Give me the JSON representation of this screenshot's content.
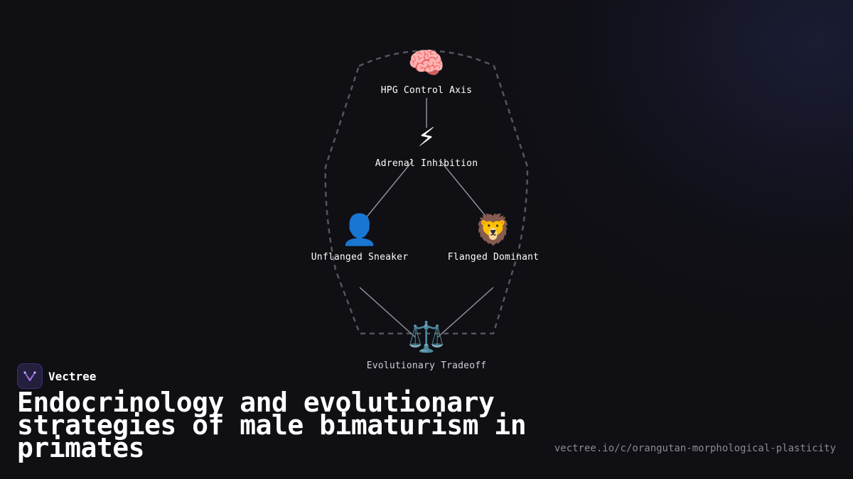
{
  "diagram": {
    "nodes": [
      {
        "id": "hpg",
        "icon": "🧠",
        "icon_name": "brain-icon",
        "label": "HPG Control Axis"
      },
      {
        "id": "adrenal",
        "icon": "⚡",
        "icon_name": "lightning-icon",
        "label": "Adrenal Inhibition"
      },
      {
        "id": "unflanged",
        "icon": "👤",
        "icon_name": "person-silhouette-icon",
        "label": "Unflanged Sneaker"
      },
      {
        "id": "flanged",
        "icon": "🦁",
        "icon_name": "lion-icon",
        "label": "Flanged Dominant"
      },
      {
        "id": "tradeoff",
        "icon": "⚖️",
        "icon_name": "balance-scale-icon",
        "label": "Evolutionary Tradeoff"
      }
    ]
  },
  "brand": {
    "name": "Vectree",
    "icon_name": "vectree-logo-icon",
    "accent": "#b07ae8"
  },
  "title": "Endocrinology and evolutionary strategies of male bimaturism in primates",
  "url": "vectree.io/c/orangutan-morphological-plasticity",
  "colors": {
    "background": "#0f0f14",
    "edge": "#8f8f96",
    "outline": "#55565e"
  }
}
